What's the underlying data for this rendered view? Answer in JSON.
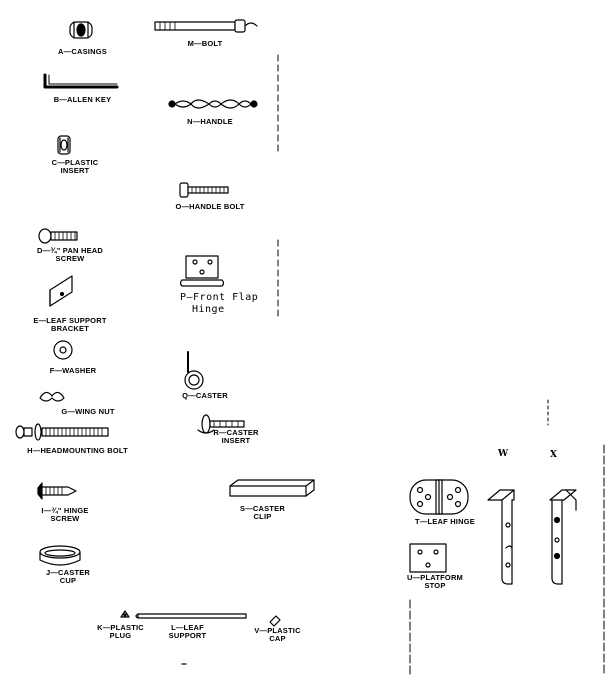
{
  "parts": {
    "a": {
      "line1": "A—CASINGS"
    },
    "b": {
      "line1": "B—ALLEN KEY"
    },
    "c": {
      "line1": "C—PLASTIC",
      "line2": "INSERT"
    },
    "d": {
      "line1": "D—¾\" PAN HEAD",
      "line2": "SCREW"
    },
    "e": {
      "line1": "E—LEAF SUPPORT",
      "line2": "BRACKET"
    },
    "f": {
      "line1": "F—WASHER"
    },
    "g": {
      "line1": "G—WING NUT"
    },
    "h": {
      "line1": "H—HEADMOUNTING BOLT"
    },
    "i": {
      "line1": "I—¾\" HINGE",
      "line2": "SCREW"
    },
    "j": {
      "line1": "J—CASTER",
      "line2": "CUP"
    },
    "k": {
      "line1": "K—PLASTIC",
      "line2": "PLUG"
    },
    "l": {
      "line1": "L—LEAF",
      "line2": "SUPPORT"
    },
    "m": {
      "line1": "M—BOLT"
    },
    "n": {
      "line1": "N—HANDLE"
    },
    "o": {
      "line1": "O—HANDLE BOLT"
    },
    "p": {
      "line1": "P–Front Flap",
      "line2": "Hinge"
    },
    "q": {
      "line1": "Q—CASTER"
    },
    "r": {
      "line1": "R—CASTER",
      "line2": "INSERT"
    },
    "s": {
      "line1": "S—CASTER",
      "line2": "CLIP"
    },
    "t": {
      "line1": "T—LEAF HINGE"
    },
    "u": {
      "line1": "U—PLATFORM",
      "line2": "STOP"
    },
    "v": {
      "line1": "V—PLASTIC",
      "line2": "CAP"
    },
    "w": {
      "line1": "W"
    },
    "x": {
      "line1": "X"
    }
  }
}
